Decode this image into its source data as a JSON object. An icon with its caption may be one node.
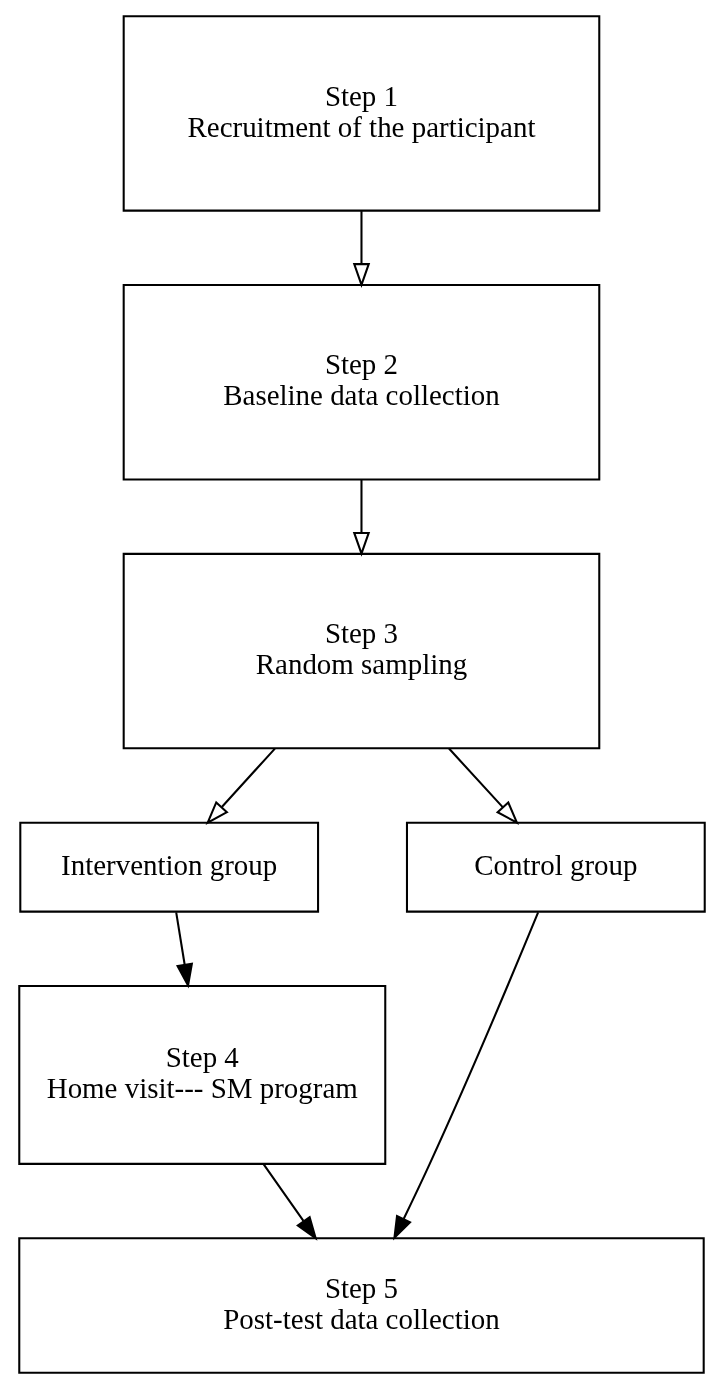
{
  "diagram": {
    "nodes": [
      {
        "text": [
          "Step 1",
          "Recruitment of the participant"
        ]
      },
      {
        "text": [
          "Step 2",
          "Baseline data collection"
        ]
      },
      {
        "text": [
          "Step 3",
          "Random sampling"
        ]
      },
      {
        "text": [
          "Intervention group"
        ]
      },
      {
        "text": [
          "Control group"
        ]
      },
      {
        "text": [
          "Step 4",
          "Home visit--- SM program"
        ]
      },
      {
        "text": [
          "Step 5",
          "Post-test data collection"
        ]
      }
    ],
    "edges": [
      {
        "from": 0,
        "to": 1,
        "arrow": "to"
      },
      {
        "from": 1,
        "to": 2,
        "arrow": "to"
      },
      {
        "from": 2,
        "to": 3,
        "arrow": "to"
      },
      {
        "from": 2,
        "to": 4,
        "arrow": "to"
      },
      {
        "from": 3,
        "to": 5,
        "arrow": "to"
      },
      {
        "from": 5,
        "to": 6,
        "arrow": "to"
      },
      {
        "from": 4,
        "to": 6,
        "arrow": "to"
      }
    ]
  }
}
